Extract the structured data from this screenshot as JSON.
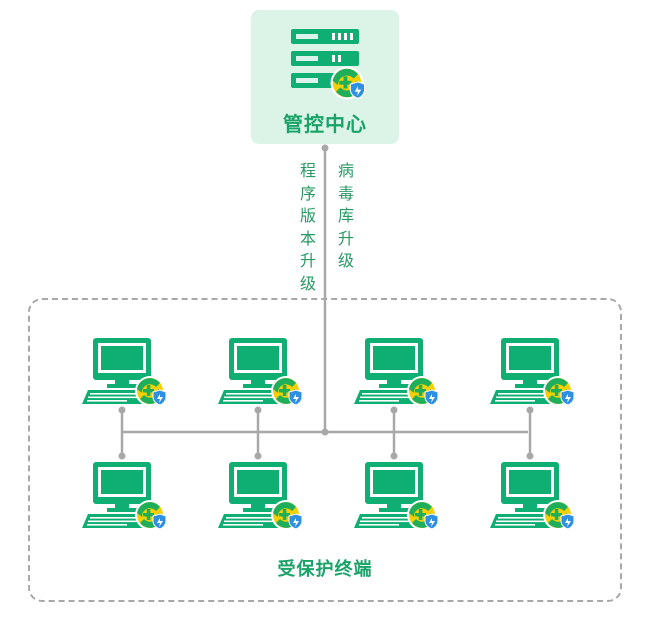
{
  "control_center": {
    "label": "管控中心"
  },
  "links": {
    "program_upgrade": "程序版本升级",
    "virus_db_upgrade": "病毒库升级"
  },
  "protected_zone": {
    "label": "受保护终端",
    "terminal_count": 8
  },
  "colors": {
    "green": "#0fae73",
    "bg": "#dcf3e8",
    "line": "#a8a8a8",
    "badge_yellow": "#f5d000",
    "shield_blue": "#2f8fe0"
  }
}
